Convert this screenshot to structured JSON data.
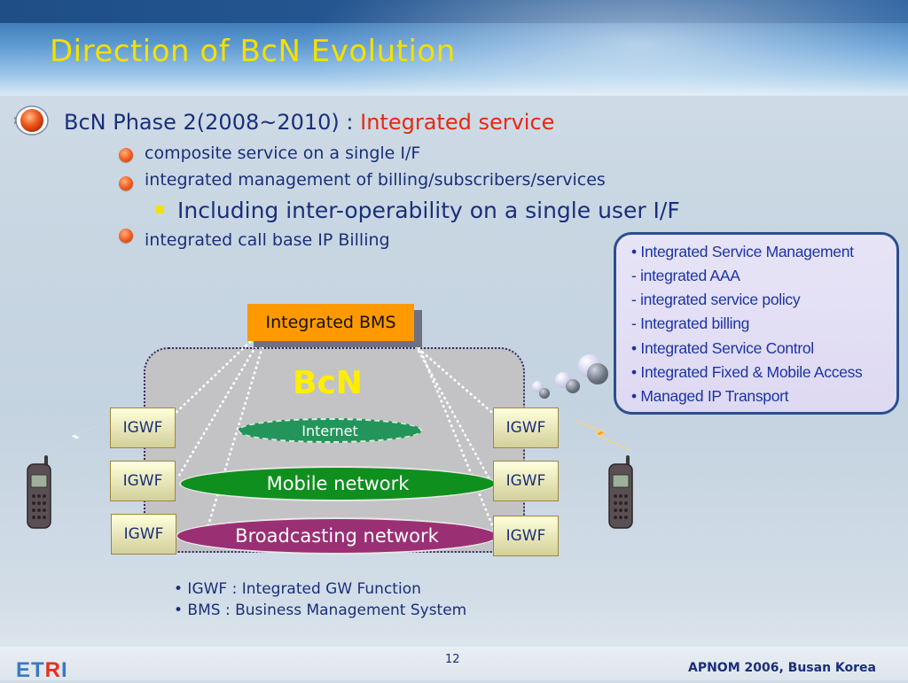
{
  "slide": {
    "title": "Direction of BcN Evolution",
    "page_number": "12",
    "venue": "APNOM 2006, Busan Korea",
    "logo": {
      "text_e": "ET",
      "text_r": "R",
      "text_i": "I"
    }
  },
  "bullets": {
    "level1": {
      "prefix": "BcN Phase 2(2008~2010) :",
      "highlight": " Integrated service"
    },
    "level2": [
      "composite service on a single I/F",
      "integrated management of billing/subscribers/services",
      "integrated call base IP Billing"
    ],
    "level3": "Including inter-operability on a single user I/F"
  },
  "callout": {
    "lines": [
      "• Integrated Service Management",
      "   - integrated AAA",
      "   - integrated service policy",
      "   - Integrated billing",
      "• Integrated Service Control",
      "• Integrated Fixed & Mobile Access",
      "• Managed IP Transport"
    ]
  },
  "diagram": {
    "bms_label": "Integrated BMS",
    "cloud_label": "BcN",
    "networks": {
      "internet": "Internet",
      "mobile": "Mobile network",
      "broadcast": "Broadcasting network"
    },
    "igwf_label": "IGWF",
    "colors": {
      "bms": "#ff9900",
      "mobile": "#0e8f1e",
      "broadcast": "#9b2f74",
      "internet": "#23955a",
      "title": "#f3e000"
    }
  },
  "notes": [
    "• IGWF : Integrated GW Function",
    "• BMS : Business Management System"
  ]
}
